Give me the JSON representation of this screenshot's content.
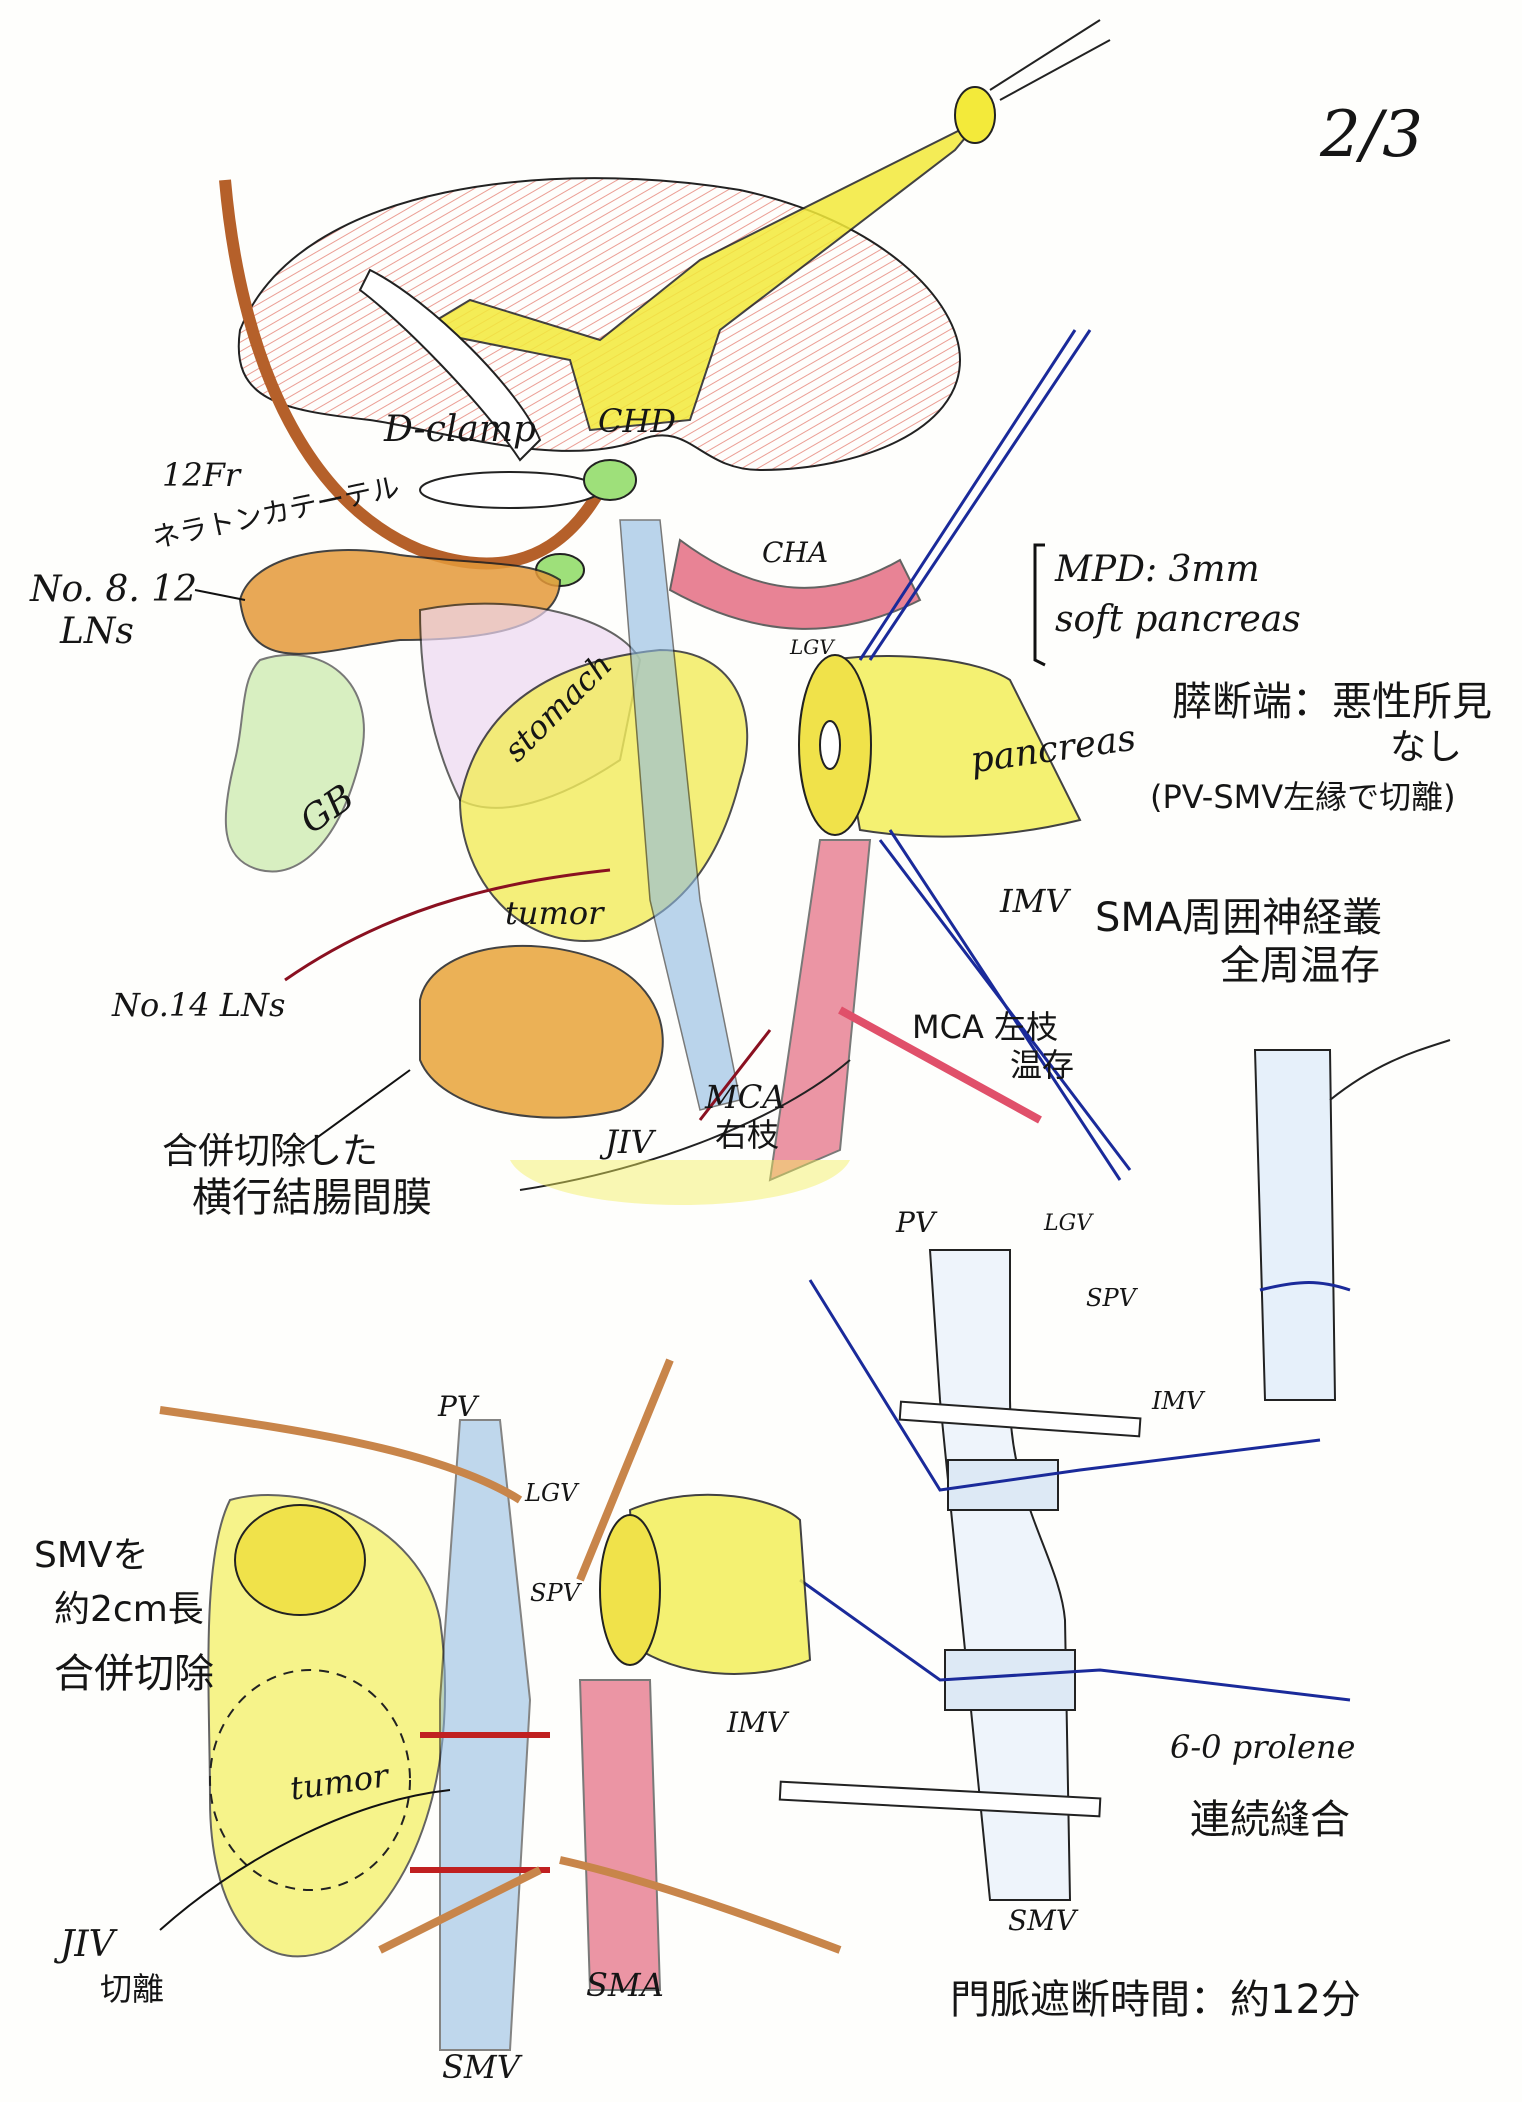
{
  "page_number": "2/3",
  "top_figure": {
    "labels": {
      "d_clamp": "D-clamp",
      "chd": "CHD",
      "catheter_size": "12Fr",
      "catheter_name": "ネラトンカテーテル",
      "ln_8_12_line1": "No. 8. 12",
      "ln_8_12_line2": "LNs",
      "cha": "CHA",
      "lgv": "LGV",
      "stomach": "stomach",
      "gb": "GB",
      "pancreas": "pancreas",
      "tumor": "tumor",
      "imv": "IMV",
      "ln_14": "No.14 LNs",
      "mca_left_line1": "MCA 左枝",
      "mca_left_line2": "温存",
      "jiv": "JIV",
      "mca_right_line1": "MCA",
      "mca_right_line2": "右枝",
      "mesocolon_line1": "合併切除した",
      "mesocolon_line2": "横行結腸間膜"
    },
    "notes": {
      "mpd": "MPD: 3mm",
      "soft": "soft pancreas",
      "margin_line1": "膵断端：悪性所見",
      "margin_line2": "なし",
      "margin_line3": "(PV-SMV左縁で切離)",
      "sma_line1": "SMA周囲神経叢",
      "sma_line2": "全周温存"
    }
  },
  "bottom_left_figure": {
    "pv": "PV",
    "lgv": "LGV",
    "spv": "SPV",
    "imv": "IMV",
    "tumor": "tumor",
    "sma": "SMA",
    "smv": "SMV",
    "resection_line1": "SMVを",
    "resection_line2": "約2cm長",
    "resection_line3": "合併切除",
    "jiv_line1": "JIV",
    "jiv_line2": "切離"
  },
  "bottom_right_figure": {
    "pv": "PV",
    "lgv": "LGV",
    "spv": "SPV",
    "imv": "IMV",
    "smv": "SMV",
    "suture_line1": "6-0 prolene",
    "suture_line2": "連続縫合",
    "clamp_time": "門脈遮断時間：約12分"
  },
  "colors": {
    "liver": "#e58a80",
    "bile": "#f3ea3a",
    "catheter": "#b5602a",
    "vein": "#8db9e0",
    "artery": "#e0506a",
    "suture": "#1a2a9a",
    "lymph": "#e59a3a"
  }
}
